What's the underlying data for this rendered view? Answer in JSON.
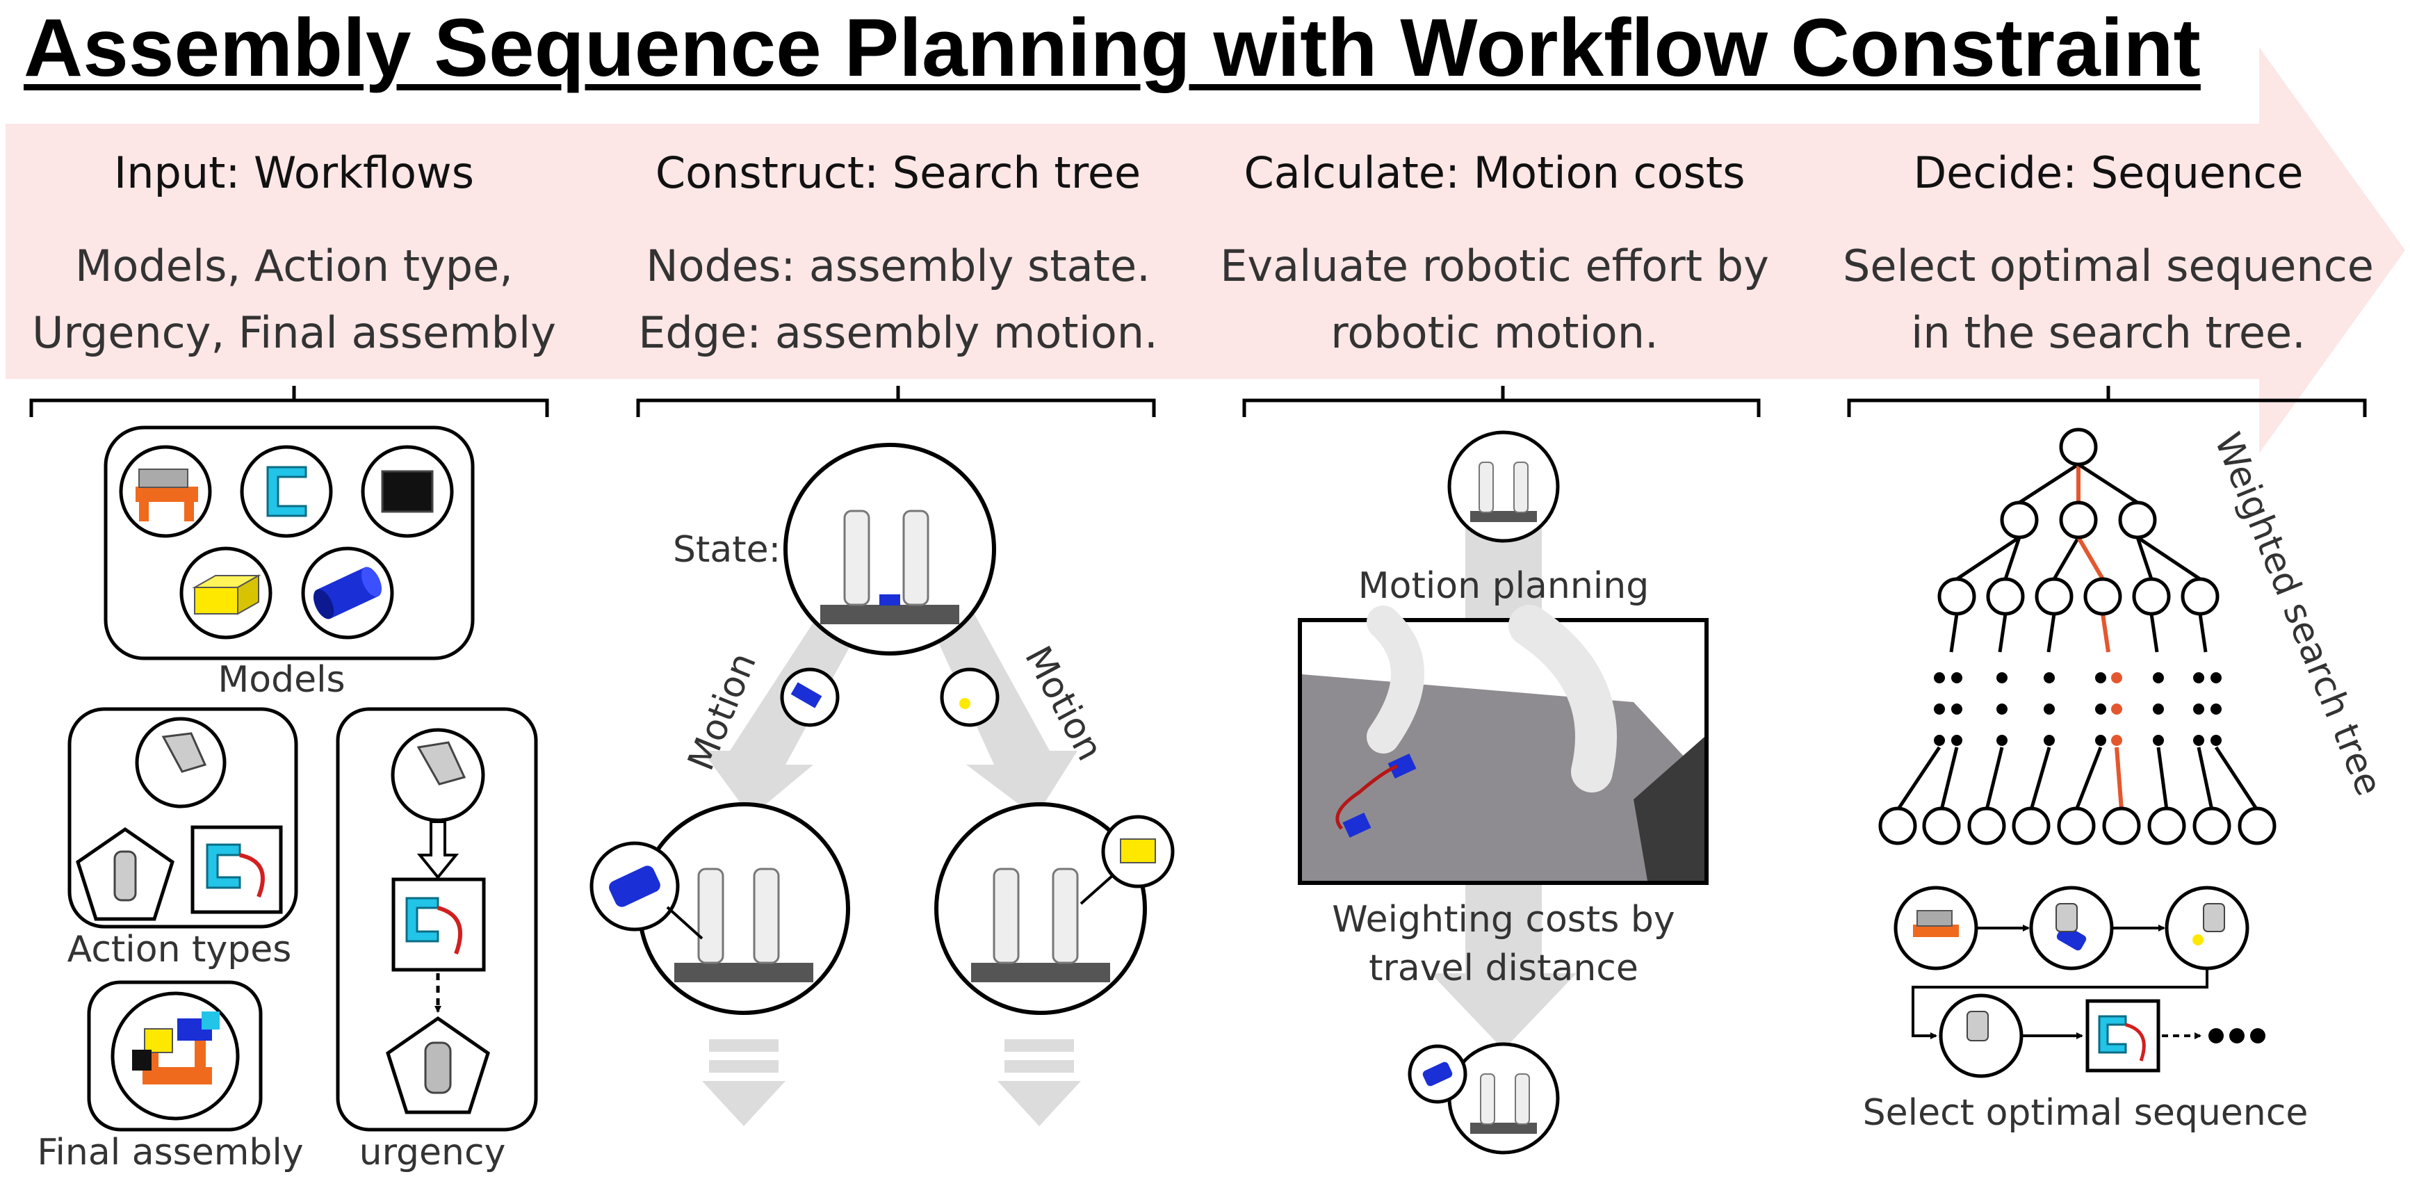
{
  "title": "Assembly Sequence Planning with Workflow Constraint",
  "colors": {
    "banner": "#fde6e6",
    "flow": "#dcdcdc",
    "highlight": "#e4572e",
    "cyan": "#22c4e8",
    "orange": "#f06a1e",
    "yellow": "#ffe800",
    "blue": "#1a2fd6",
    "floor": "#8f8c91"
  },
  "stages": [
    {
      "heading": "Input: Workflows",
      "line1": "Models, Action type,",
      "line2": "Urgency, Final assembly"
    },
    {
      "heading": "Construct: Search tree",
      "line1": "Nodes: assembly state.",
      "line2": "Edge: assembly motion."
    },
    {
      "heading": "Calculate: Motion costs",
      "line1": "Evaluate robotic effort by",
      "line2": "robotic motion."
    },
    {
      "heading": "Decide: Sequence",
      "line1": "Select optimal sequence",
      "line2": "in the search tree."
    }
  ],
  "input_panel": {
    "models_label": "Models",
    "action_types_label": "Action types",
    "final_assembly_label": "Final assembly",
    "urgency_label": "urgency"
  },
  "tree_panel": {
    "state_label": "State:",
    "motion_left": "Motion",
    "motion_right": "Motion"
  },
  "cost_panel": {
    "motion_planning_label": "Motion planning",
    "weighting_line1": "Weighting costs by",
    "weighting_line2": "travel distance"
  },
  "decide_panel": {
    "tree_label": "Weighted search tree",
    "select_label": "Select optimal sequence"
  }
}
